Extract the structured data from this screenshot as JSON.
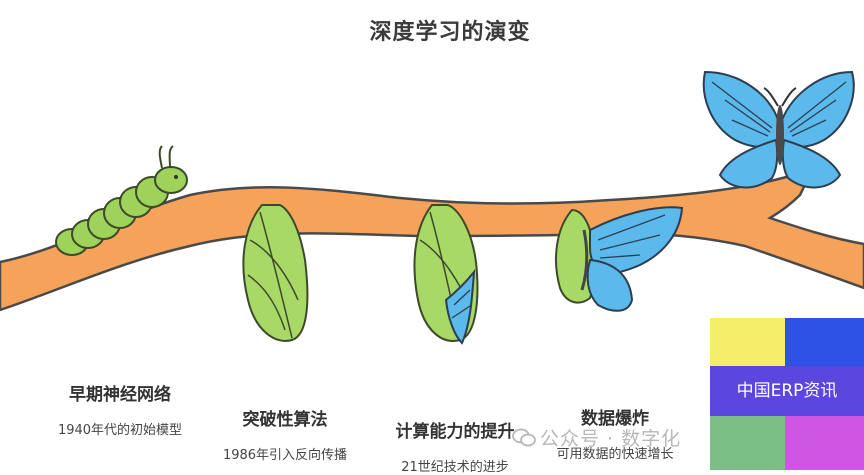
{
  "title": "深度学习的演变",
  "stages": [
    {
      "heading": "早期神经网络",
      "subtitle": "1940年代的初始模型"
    },
    {
      "heading": "突破性算法",
      "subtitle": "1986年引入反向传播"
    },
    {
      "heading": "计算能力的提升",
      "subtitle": "21世纪技术的进步"
    },
    {
      "heading": "数据爆炸",
      "subtitle": "可用数据的快速增长"
    }
  ],
  "watermark": "公众号 · 数字化",
  "overlay_text": "中国ERP资讯",
  "colors": {
    "branch": "#f5a25a",
    "branch_outline": "#4a4a4a",
    "caterpillar": "#9fd25a",
    "cocoon": "#a8d866",
    "wing": "#5bb9ec",
    "overlay_yellow": "#f4ee6a",
    "overlay_blue": "#2f52e6",
    "overlay_purple": "#5b46e0",
    "overlay_green": "#7bbf86",
    "overlay_magenta": "#cf55e3"
  }
}
